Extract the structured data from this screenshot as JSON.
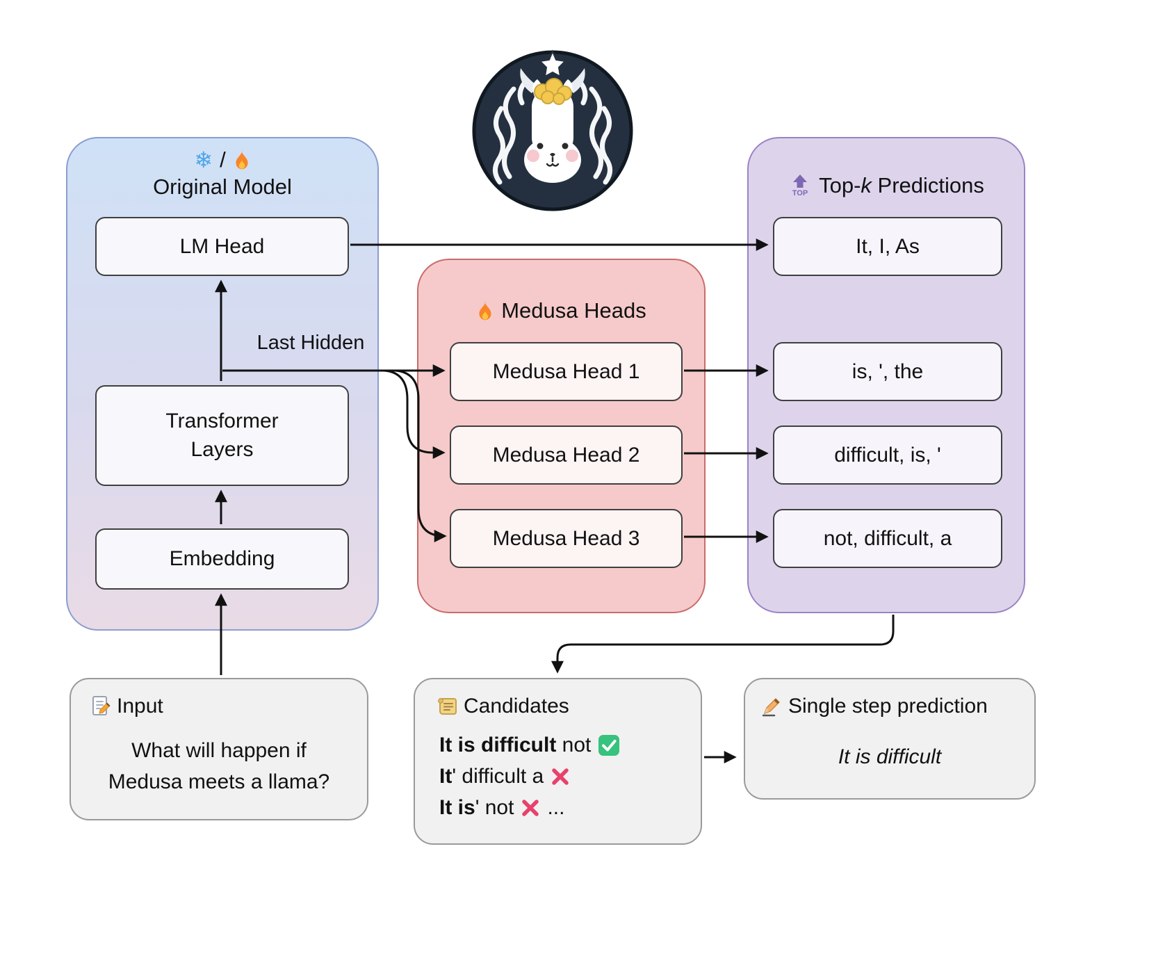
{
  "diagram": {
    "original_model": {
      "separator": "/",
      "title": "Original Model",
      "boxes": {
        "lm_head": "LM Head",
        "transformer": "Transformer Layers",
        "embedding": "Embedding"
      },
      "last_hidden_label": "Last Hidden"
    },
    "medusa_heads": {
      "title": "Medusa Heads",
      "heads": [
        "Medusa Head 1",
        "Medusa Head 2",
        "Medusa Head 3"
      ]
    },
    "top_k": {
      "title_pre": "Top-",
      "title_k": "k",
      "title_post": " Predictions",
      "predictions": [
        "It, I, As",
        "is, ', the",
        "difficult, is, '",
        "not, difficult, a"
      ]
    },
    "input": {
      "title": "Input",
      "line1": "What will happen if",
      "line2": "Medusa meets a llama?"
    },
    "candidates": {
      "title": "Candidates",
      "lines": [
        {
          "bold": "It is difficult",
          "rest": " not",
          "status": "accepted"
        },
        {
          "bold": "It",
          "rest": "' difficult a",
          "status": "rejected"
        },
        {
          "bold": "It is",
          "rest": "' not",
          "status": "rejected"
        }
      ],
      "ellipsis": "..."
    },
    "single_step": {
      "title": "Single step prediction",
      "result": "It is difficult"
    },
    "icons": {
      "original_model_icons": [
        "snowflake-icon",
        "flame-icon"
      ],
      "medusa_title_icon": "flame-icon",
      "top_k_icon": "top-arrow-icon",
      "input_icon": "memo-icon",
      "candidates_icon": "scroll-icon",
      "single_step_icon": "writing-hand-icon",
      "accepted_icon": "check-icon",
      "rejected_icon": "cross-icon",
      "logo": "medusa-llama-logo",
      "snowflake_glyph": "❄"
    },
    "colors": {
      "original_panel_top": "#cfe1f6",
      "original_panel_bottom": "#e9dbe6",
      "original_border": "#8b9cd1",
      "medusa_panel": "#f6caca",
      "medusa_border": "#c96b6b",
      "topk_panel": "#ddd4ec",
      "topk_border": "#9c82c4",
      "node_fill": "#f8f8fc",
      "gray_box": "#f1f1f1",
      "accept_green": "#37c27d",
      "reject_pink": "#e8416b",
      "arrow": "#111111"
    }
  }
}
